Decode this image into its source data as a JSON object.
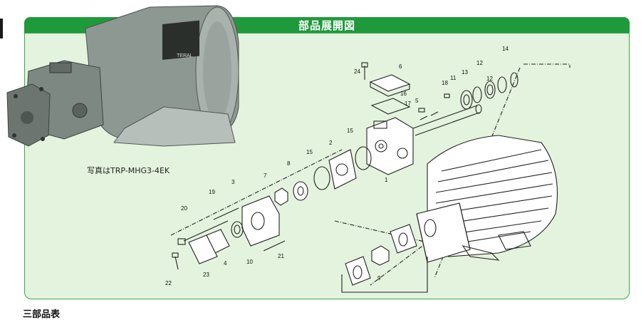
{
  "header": {
    "title": "部品展開図"
  },
  "photo": {
    "caption": "写真はTRP-MHG3-4EK",
    "nameplate": "TERAL"
  },
  "part_numbers": [
    "1",
    "2",
    "3",
    "4",
    "5",
    "6",
    "7",
    "8",
    "9",
    "10",
    "11",
    "12",
    "12",
    "13",
    "14",
    "15",
    "15",
    "16",
    "17",
    "18",
    "19",
    "20",
    "21",
    "22",
    "23",
    "24"
  ],
  "footer": {
    "label": "三部品表"
  }
}
